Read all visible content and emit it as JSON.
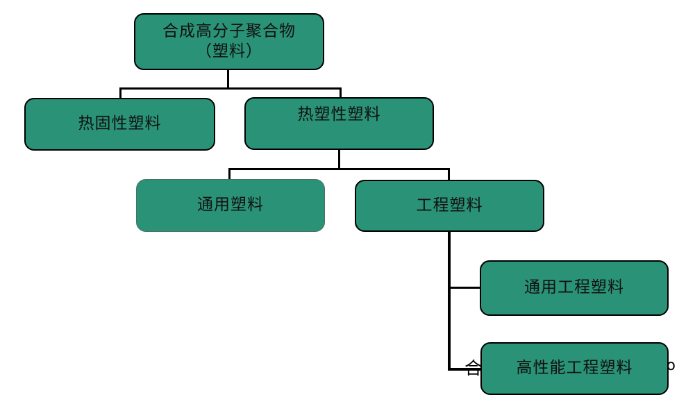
{
  "diagram": {
    "type": "hierarchy-tree",
    "title_text": "合成高分子聚合物（塑料）",
    "palette": {
      "node_fill": "#2a9276",
      "node_border": "#000000",
      "connector": "#000000",
      "text": "#111111",
      "background": "#ffffff"
    },
    "nodes": [
      {
        "id": "root",
        "label": "合成高分子聚合物\n（塑料）",
        "line1": "合成高分子聚合物",
        "line2": "（塑料）",
        "level": 1
      },
      {
        "id": "thermoset",
        "label": "热固性塑料",
        "level": 2
      },
      {
        "id": "thermoplastic",
        "label": "热塑性塑料",
        "level": 2
      },
      {
        "id": "general-plastic",
        "label": "通用塑料",
        "level": 3
      },
      {
        "id": "engineering-plastic",
        "label": "工程塑料",
        "level": 3
      },
      {
        "id": "general-engineering-plastic",
        "label": "通用工程塑料",
        "level": 4
      },
      {
        "id": "high-performance-engineering-plastic",
        "label": "高性能工程塑料",
        "level": 4
      }
    ],
    "occluded_background_text": {
      "left_fragment": "合",
      "right_fragment": "o"
    }
  }
}
